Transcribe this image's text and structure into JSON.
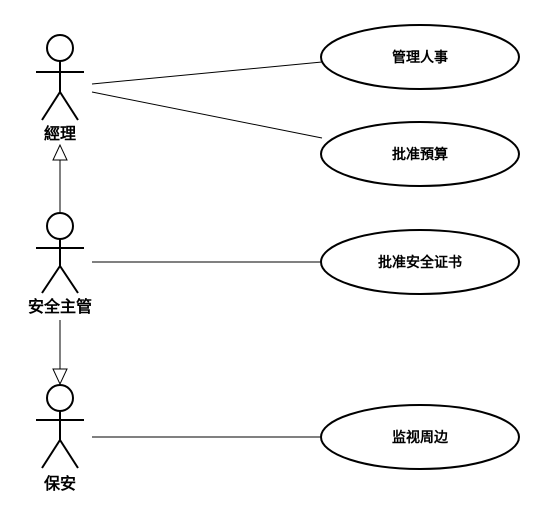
{
  "actors": [
    {
      "id": "manager",
      "label": "經理"
    },
    {
      "id": "security_supervisor",
      "label": "安全主管"
    },
    {
      "id": "guard",
      "label": "保安"
    }
  ],
  "use_cases": [
    {
      "id": "manage_hr",
      "label": "管理人事"
    },
    {
      "id": "approve_budget",
      "label": "批准預算"
    },
    {
      "id": "approve_cert",
      "label": "批准安全证书"
    },
    {
      "id": "monitor_perimeter",
      "label": "监视周边"
    }
  ],
  "associations": [
    {
      "actor": "manager",
      "use_case": "manage_hr"
    },
    {
      "actor": "manager",
      "use_case": "approve_budget"
    },
    {
      "actor": "security_supervisor",
      "use_case": "approve_cert"
    },
    {
      "actor": "guard",
      "use_case": "monitor_perimeter"
    }
  ],
  "generalizations": [
    {
      "child": "security_supervisor",
      "parent": "manager"
    },
    {
      "child": "security_supervisor",
      "parent": "guard"
    }
  ]
}
